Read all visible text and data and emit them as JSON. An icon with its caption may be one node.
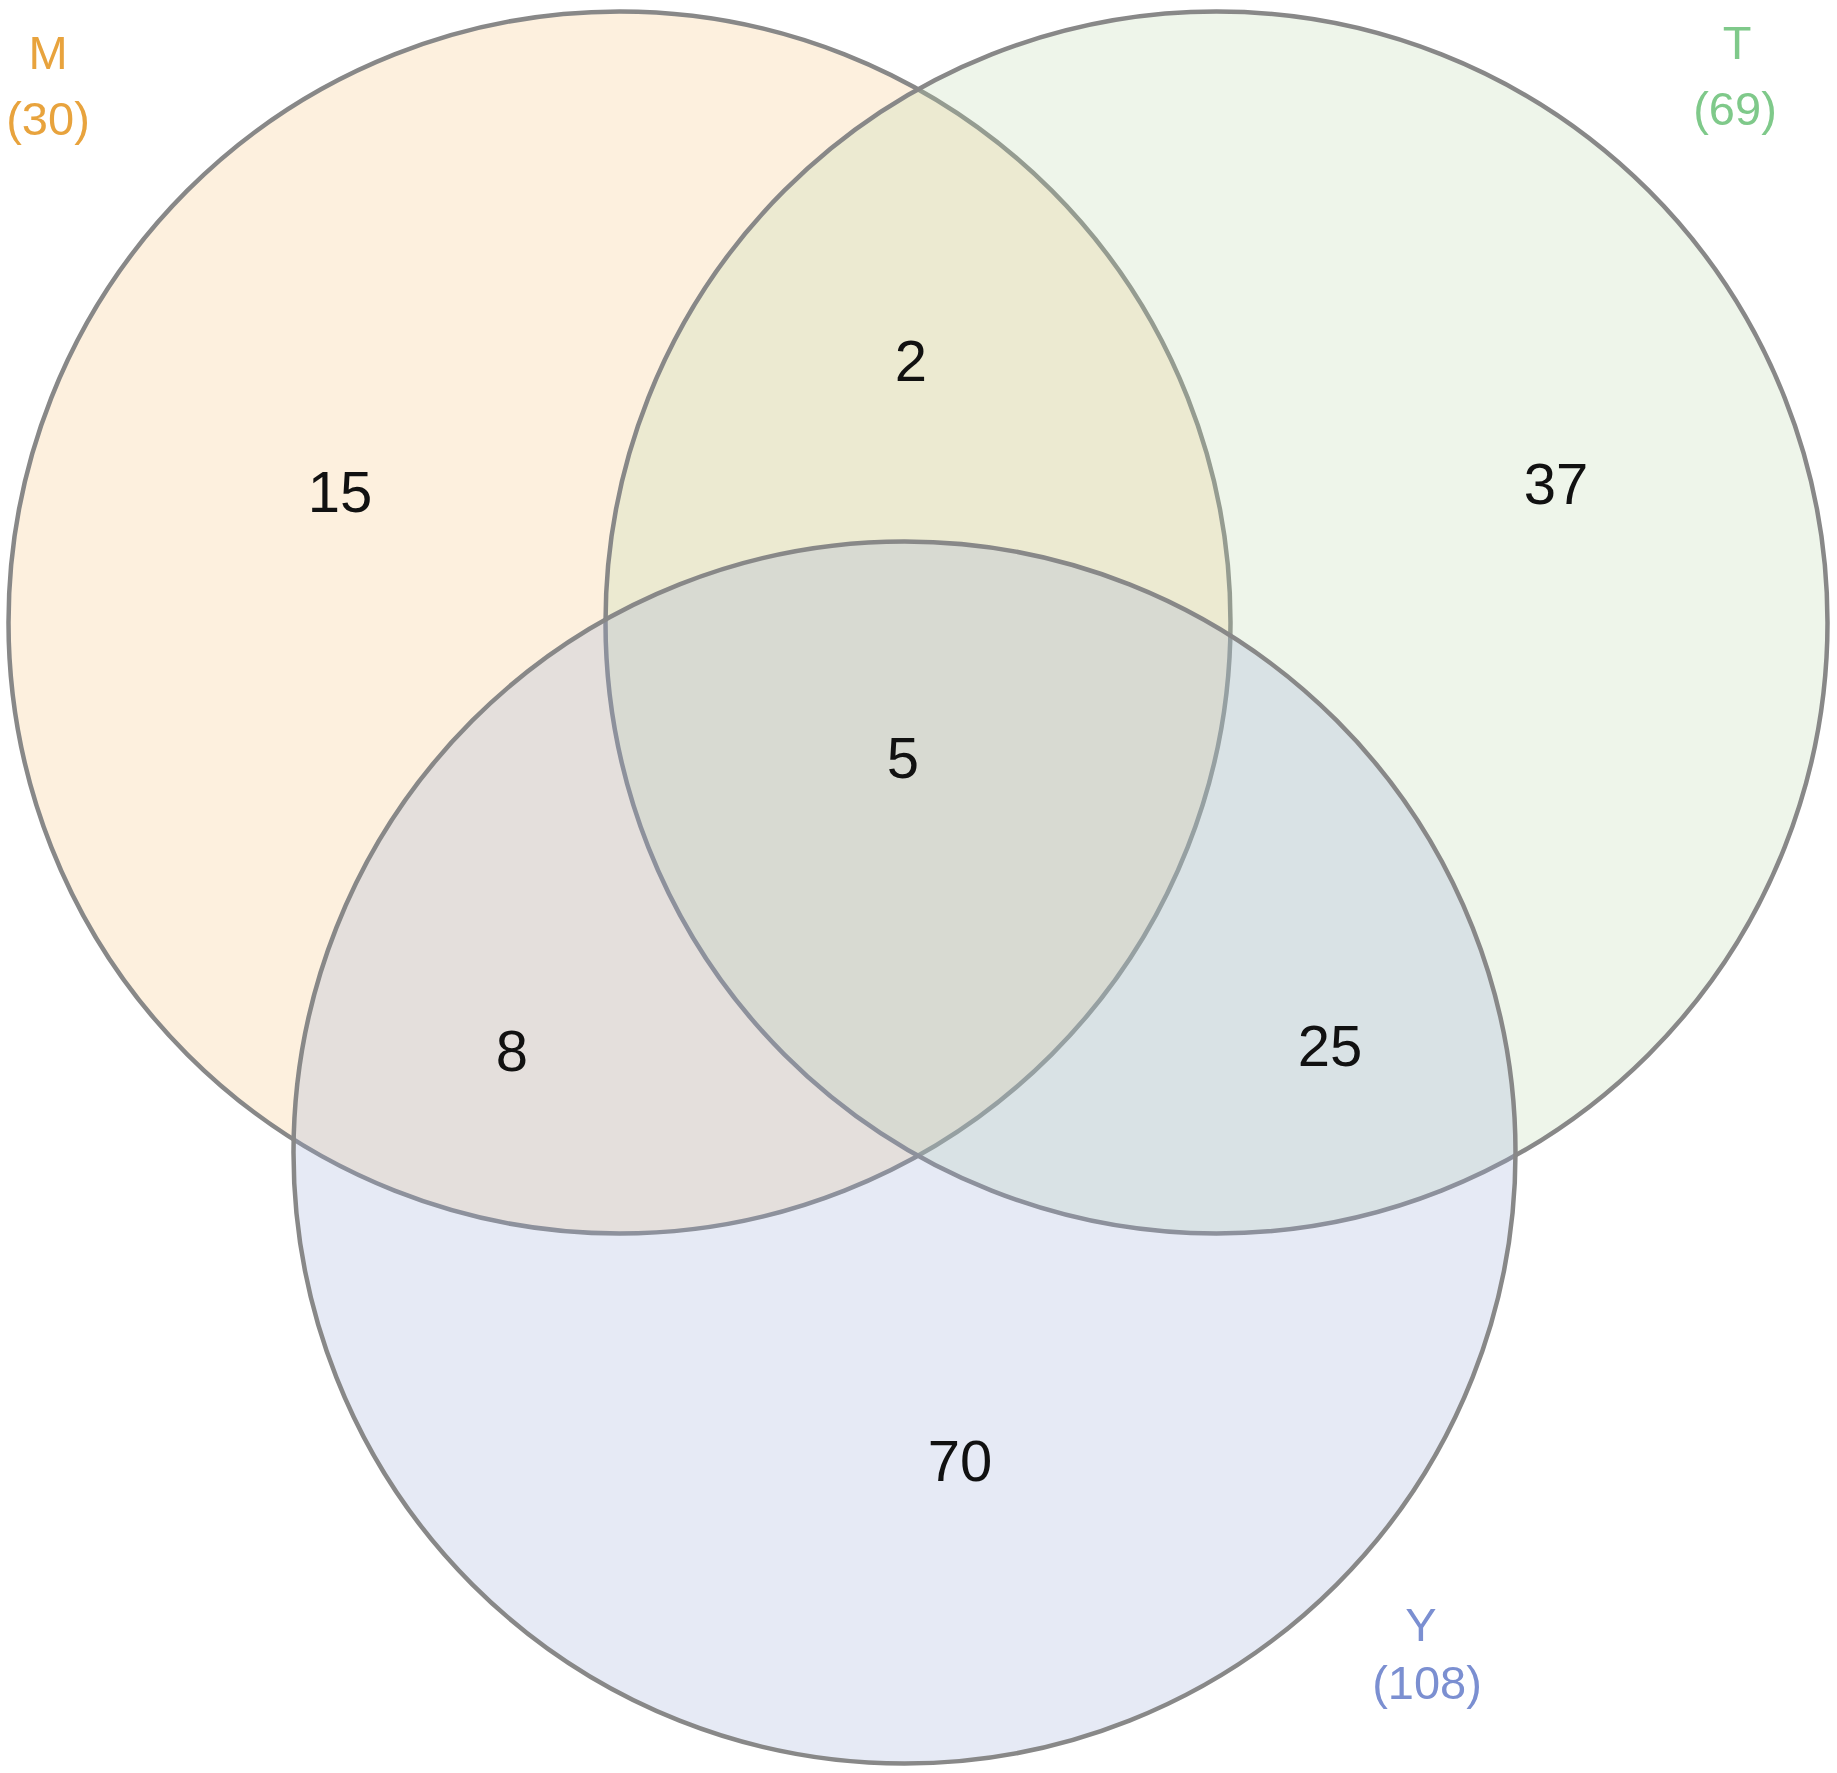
{
  "diagram": {
    "nodes": [
      {
        "text": [
          "M",
          "(30)"
        ]
      },
      {
        "text": [
          "T",
          "(69)"
        ]
      },
      {
        "text": [
          "Y",
          "(108)"
        ]
      }
    ],
    "edges": [],
    "labels": [
      "2",
      "15",
      "37",
      "5",
      "8",
      "25",
      "70"
    ]
  }
}
